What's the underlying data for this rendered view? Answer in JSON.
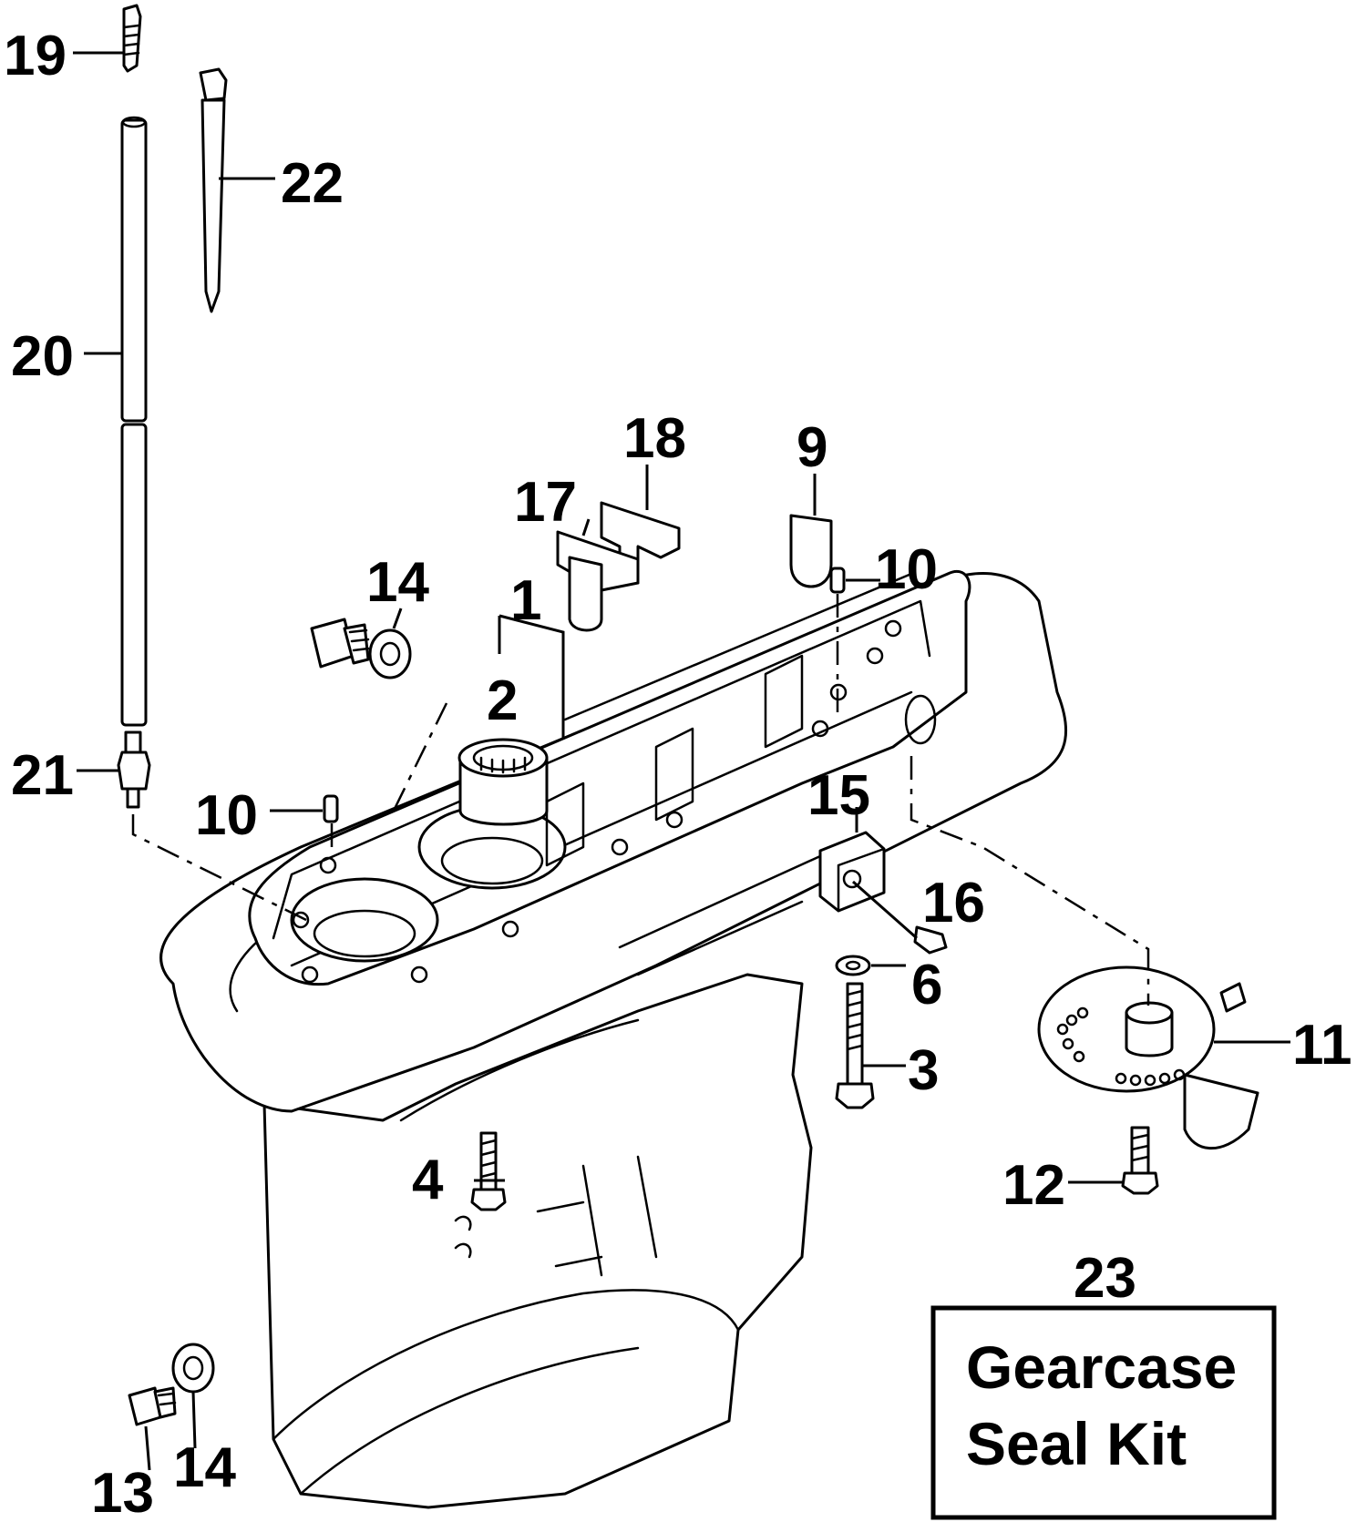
{
  "callouts": {
    "c1": "1",
    "c2": "2",
    "c3": "3",
    "c4": "4",
    "c6": "6",
    "c9": "9",
    "c10a": "10",
    "c10b": "10",
    "c11": "11",
    "c12": "12",
    "c13": "13",
    "c14a": "14",
    "c14b": "14",
    "c15": "15",
    "c16": "16",
    "c17": "17",
    "c18": "18",
    "c19": "19",
    "c20": "20",
    "c21": "21",
    "c22": "22",
    "c23": "23"
  },
  "kit": {
    "line1": "Gearcase",
    "line2": "Seal Kit"
  },
  "colors": {
    "ink": "#000000",
    "paper": "#ffffff"
  }
}
